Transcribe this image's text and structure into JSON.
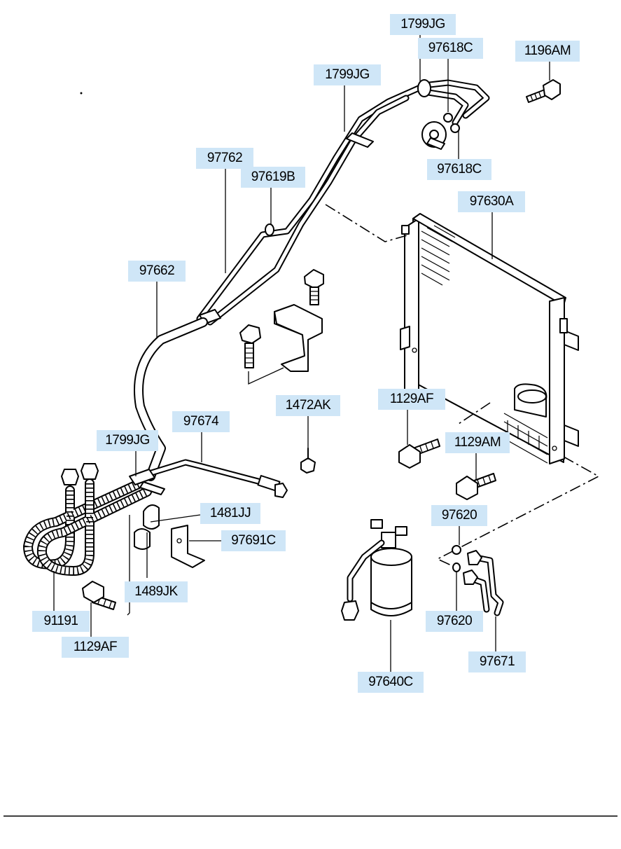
{
  "parts": [
    {
      "id": "label-1799jg-top",
      "text": "1799JG"
    },
    {
      "id": "label-97618c-top",
      "text": "97618C"
    },
    {
      "id": "label-1196am",
      "text": "1196AM"
    },
    {
      "id": "label-1799jg-mid",
      "text": "1799JG"
    },
    {
      "id": "label-97618c-bottom",
      "text": "97618C"
    },
    {
      "id": "label-97762",
      "text": "97762"
    },
    {
      "id": "label-97619b",
      "text": "97619B"
    },
    {
      "id": "label-97630a",
      "text": "97630A"
    },
    {
      "id": "label-97662",
      "text": "97662"
    },
    {
      "id": "label-1129af-right",
      "text": "1129AF"
    },
    {
      "id": "label-1472ak",
      "text": "1472AK"
    },
    {
      "id": "label-97674",
      "text": "97674"
    },
    {
      "id": "label-1799jg-left",
      "text": "1799JG"
    },
    {
      "id": "label-1129am",
      "text": "1129AM"
    },
    {
      "id": "label-1481jj",
      "text": "1481JJ"
    },
    {
      "id": "label-97620-top",
      "text": "97620"
    },
    {
      "id": "label-97691c",
      "text": "97691C"
    },
    {
      "id": "label-1489jk",
      "text": "1489JK"
    },
    {
      "id": "label-91191",
      "text": "91191"
    },
    {
      "id": "label-97620-bottom",
      "text": "97620"
    },
    {
      "id": "label-1129af-left",
      "text": "1129AF"
    },
    {
      "id": "label-97671",
      "text": "97671"
    },
    {
      "id": "label-97640c",
      "text": "97640C"
    }
  ],
  "colors": {
    "label_background": "#cfe6f7",
    "line": "#000000",
    "background": "#ffffff"
  }
}
